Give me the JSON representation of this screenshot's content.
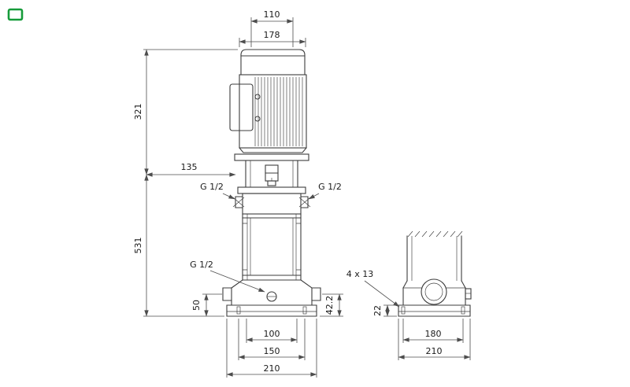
{
  "drawing": {
    "front_view": {
      "dim_top_inner": "110",
      "dim_top_outer": "178",
      "dim_motor_height": "321",
      "dim_head_offset": "135",
      "dim_pump_height": "531",
      "label_port_left": "G 1/2",
      "label_port_right": "G 1/2",
      "label_port_drain": "G 1/2",
      "dim_outlet_height": "42.2",
      "dim_inlet_height": "50",
      "dim_port_spacing": "100",
      "dim_bolt_spacing": "150",
      "dim_base_width": "210"
    },
    "side_view": {
      "label_bolt_holes": "4 x 13",
      "dim_plate_height": "22",
      "dim_bolt_spacing": "180",
      "dim_base_width": "210"
    },
    "colors": {
      "logo_green": "#169b3a",
      "line": "#3c3c3c"
    }
  }
}
